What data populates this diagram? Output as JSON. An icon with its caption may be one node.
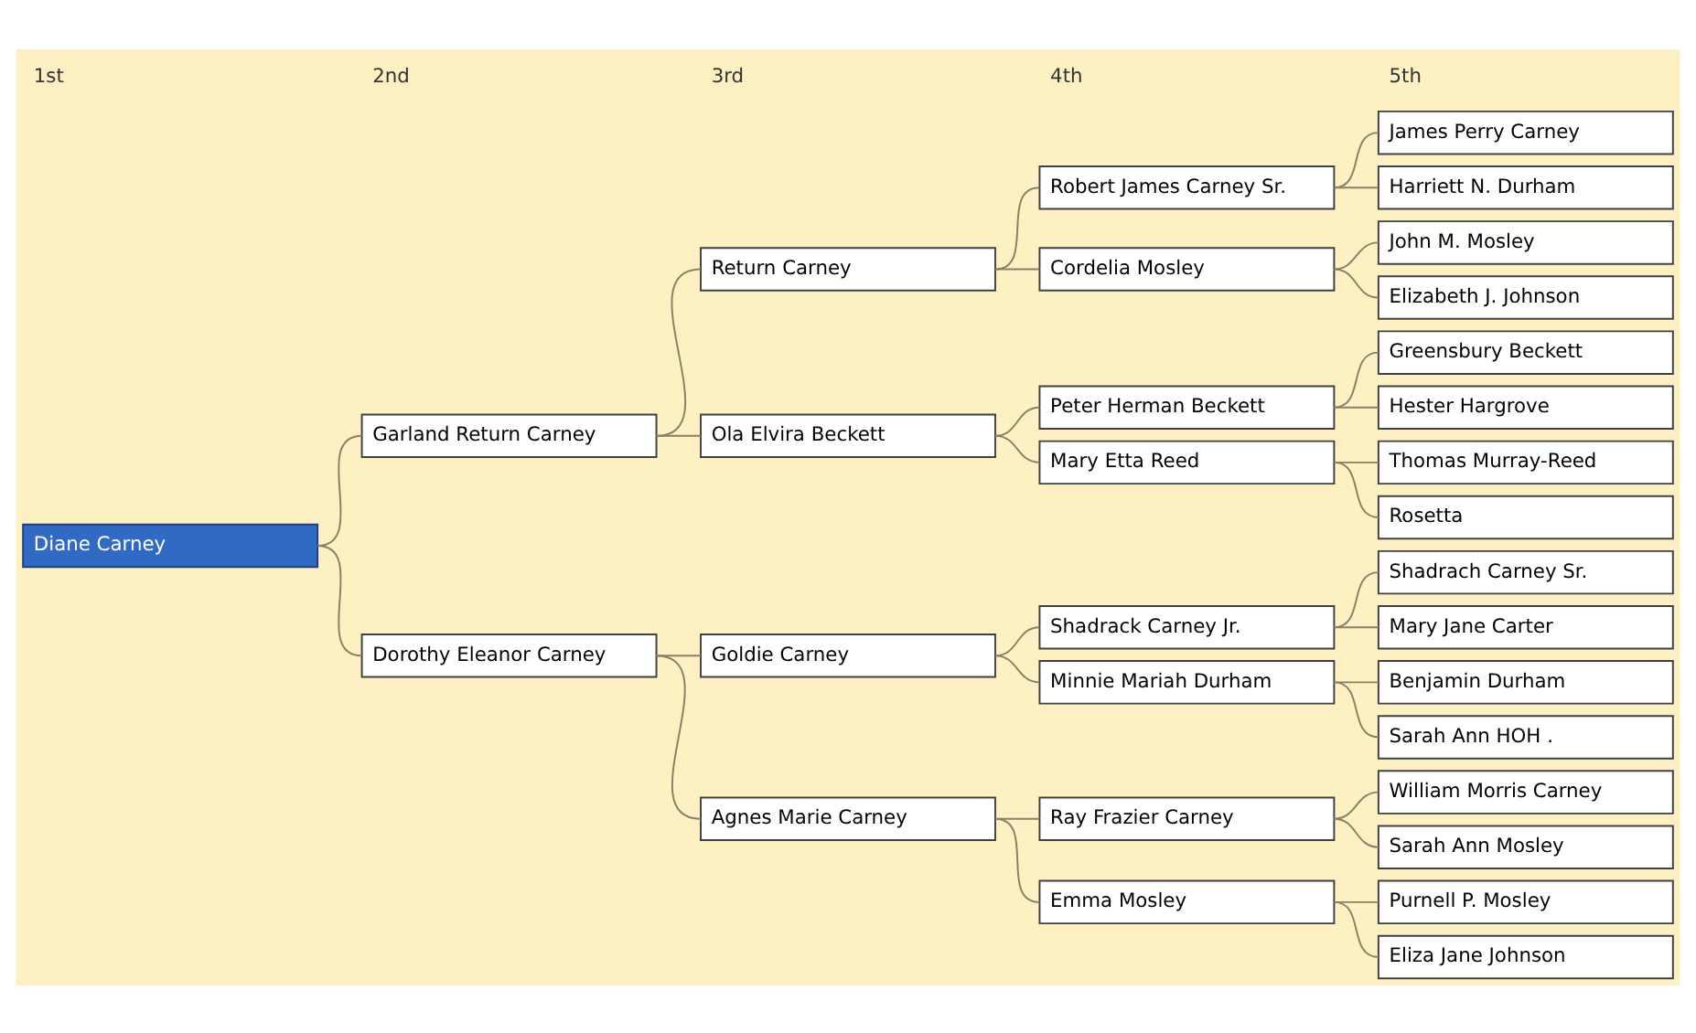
{
  "diagram": {
    "nodes": [
      {
        "text": [
          "Diane Carney"
        ]
      },
      {
        "text": [
          "Garland Return Carney"
        ]
      },
      {
        "text": [
          "Dorothy Eleanor Carney"
        ]
      },
      {
        "text": [
          "Return Carney"
        ]
      },
      {
        "text": [
          "Ola Elvira Beckett"
        ]
      },
      {
        "text": [
          "Goldie Carney"
        ]
      },
      {
        "text": [
          "Agnes Marie Carney"
        ]
      },
      {
        "text": [
          "Robert James Carney Sr."
        ]
      },
      {
        "text": [
          "Cordelia Mosley"
        ]
      },
      {
        "text": [
          "Peter Herman Beckett"
        ]
      },
      {
        "text": [
          "Mary Etta Reed"
        ]
      },
      {
        "text": [
          "Shadrack Carney Jr."
        ]
      },
      {
        "text": [
          "Minnie Mariah Durham"
        ]
      },
      {
        "text": [
          "Ray Frazier Carney"
        ]
      },
      {
        "text": [
          "Emma Mosley"
        ]
      },
      {
        "text": [
          "James Perry Carney"
        ]
      },
      {
        "text": [
          "Harriett N. Durham"
        ]
      },
      {
        "text": [
          "John M. Mosley"
        ]
      },
      {
        "text": [
          "Elizabeth J. Johnson"
        ]
      },
      {
        "text": [
          "Greensbury Beckett"
        ]
      },
      {
        "text": [
          "Hester Hargrove"
        ]
      },
      {
        "text": [
          "Thomas Murray-Reed"
        ]
      },
      {
        "text": [
          "Rosetta"
        ]
      },
      {
        "text": [
          "Shadrach Carney Sr."
        ]
      },
      {
        "text": [
          "Mary Jane Carter"
        ]
      },
      {
        "text": [
          "Benjamin Durham"
        ]
      },
      {
        "text": [
          "Sarah Ann HOH ."
        ]
      },
      {
        "text": [
          "William Morris Carney"
        ]
      },
      {
        "text": [
          "Sarah Ann Mosley"
        ]
      },
      {
        "text": [
          "Purnell P. Mosley"
        ]
      },
      {
        "text": [
          "Eliza Jane Johnson"
        ]
      }
    ],
    "edges": [
      {
        "from": 0,
        "to": 1,
        "arrow": "none"
      },
      {
        "from": 0,
        "to": 2,
        "arrow": "none"
      },
      {
        "from": 1,
        "to": 3,
        "arrow": "none"
      },
      {
        "from": 1,
        "to": 4,
        "arrow": "none"
      },
      {
        "from": 2,
        "to": 5,
        "arrow": "none"
      },
      {
        "from": 2,
        "to": 6,
        "arrow": "none"
      },
      {
        "from": 3,
        "to": 7,
        "arrow": "none"
      },
      {
        "from": 3,
        "to": 8,
        "arrow": "none"
      },
      {
        "from": 4,
        "to": 9,
        "arrow": "none"
      },
      {
        "from": 4,
        "to": 10,
        "arrow": "none"
      },
      {
        "from": 5,
        "to": 11,
        "arrow": "none"
      },
      {
        "from": 5,
        "to": 12,
        "arrow": "none"
      },
      {
        "from": 6,
        "to": 13,
        "arrow": "none"
      },
      {
        "from": 6,
        "to": 14,
        "arrow": "none"
      },
      {
        "from": 7,
        "to": 15,
        "arrow": "none"
      },
      {
        "from": 7,
        "to": 16,
        "arrow": "none"
      },
      {
        "from": 8,
        "to": 17,
        "arrow": "none"
      },
      {
        "from": 8,
        "to": 18,
        "arrow": "none"
      },
      {
        "from": 9,
        "to": 19,
        "arrow": "none"
      },
      {
        "from": 9,
        "to": 20,
        "arrow": "none"
      },
      {
        "from": 10,
        "to": 21,
        "arrow": "none"
      },
      {
        "from": 10,
        "to": 22,
        "arrow": "none"
      },
      {
        "from": 11,
        "to": 23,
        "arrow": "none"
      },
      {
        "from": 11,
        "to": 24,
        "arrow": "none"
      },
      {
        "from": 12,
        "to": 25,
        "arrow": "none"
      },
      {
        "from": 12,
        "to": 26,
        "arrow": "none"
      },
      {
        "from": 13,
        "to": 27,
        "arrow": "none"
      },
      {
        "from": 13,
        "to": 28,
        "arrow": "none"
      },
      {
        "from": 14,
        "to": 29,
        "arrow": "none"
      },
      {
        "from": 14,
        "to": 30,
        "arrow": "none"
      }
    ],
    "labels": [
      "1st",
      "2nd",
      "3rd",
      "4th",
      "5th"
    ]
  }
}
